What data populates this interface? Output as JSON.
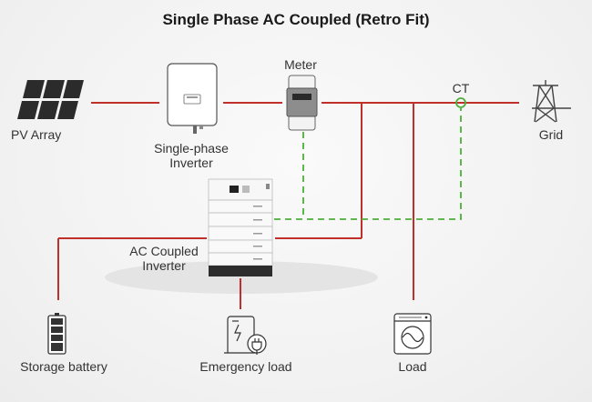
{
  "title": "Single Phase AC Coupled (Retro Fit)",
  "nodes": {
    "pv_array": "PV Array",
    "inverter_line1": "Single-phase",
    "inverter_line2": "Inverter",
    "meter": "Meter",
    "ct": "CT",
    "grid": "Grid",
    "ac_inverter_line1": "AC Coupled",
    "ac_inverter_line2": "Inverter",
    "storage_battery": "Storage battery",
    "emergency_load": "Emergency load",
    "load": "Load"
  },
  "colors": {
    "power_line": "#c0302b",
    "signal_line": "#4caf3a",
    "icon": "#333333"
  },
  "icons": [
    "solar-panel-icon",
    "inverter-icon",
    "meter-icon",
    "ct-sensor-icon",
    "grid-tower-icon",
    "battery-stack-icon",
    "battery-icon",
    "emergency-load-icon",
    "washing-machine-icon"
  ]
}
